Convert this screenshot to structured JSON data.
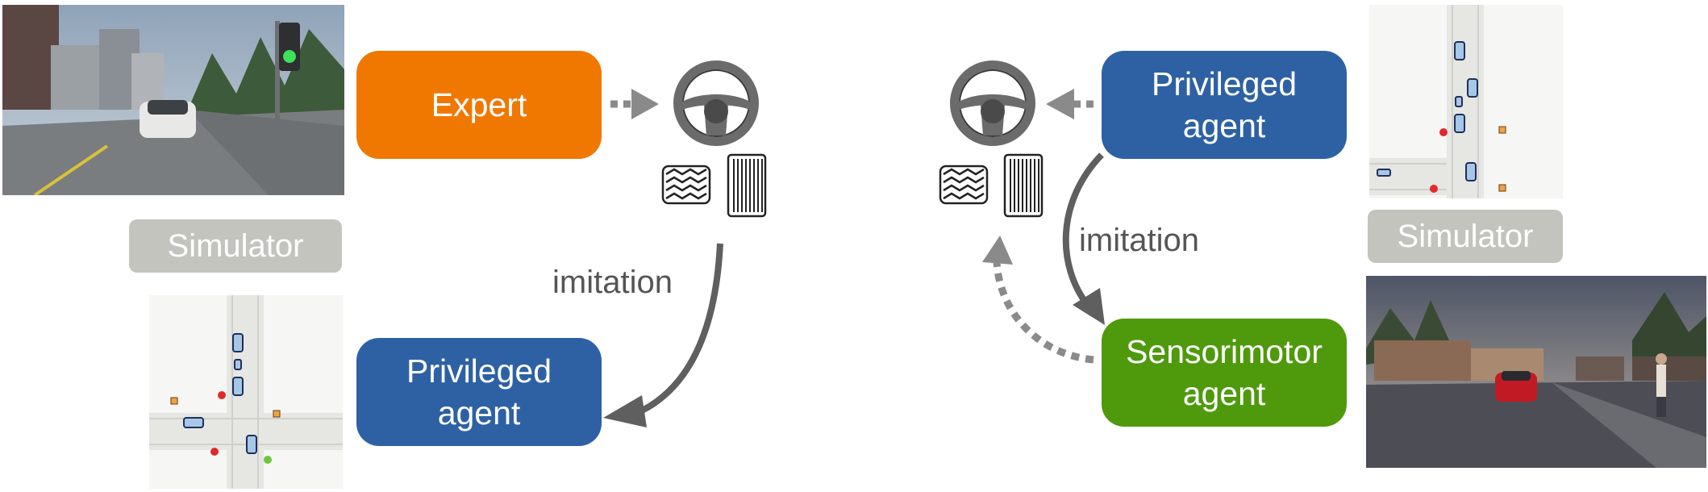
{
  "left": {
    "expert_label": "Expert",
    "privileged_label": "Privileged\nagent",
    "simulator_label": "Simulator",
    "imitation_label": "imitation"
  },
  "right": {
    "privileged_label": "Privileged\nagent",
    "sensorimotor_label": "Sensorimotor\nagent",
    "simulator_label": "Simulator",
    "imitation_label": "imitation"
  },
  "colors": {
    "expert": "#f07800",
    "privileged": "#2e61a4",
    "sensorimotor": "#4e9a0c",
    "simulator": "#c2c4bd",
    "arrow": "#5f5f5f"
  },
  "icons": [
    "steering-wheel-icon",
    "brake-pedal-icon",
    "gas-pedal-icon"
  ]
}
